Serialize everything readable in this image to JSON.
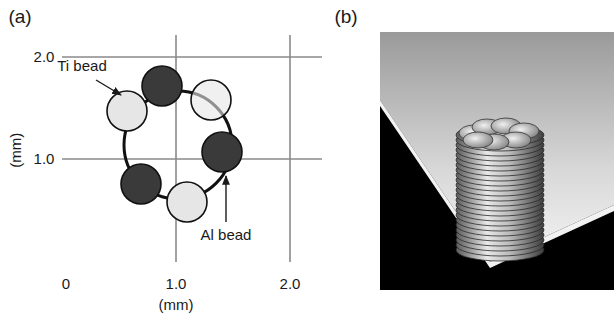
{
  "diagram": {
    "labels": [
      "(a)",
      "(b)",
      "2.0",
      "Ti bead",
      "(mm)",
      "1.0",
      "Al bead",
      "0",
      "1.0",
      "2.0",
      "(mm)"
    ]
  }
}
